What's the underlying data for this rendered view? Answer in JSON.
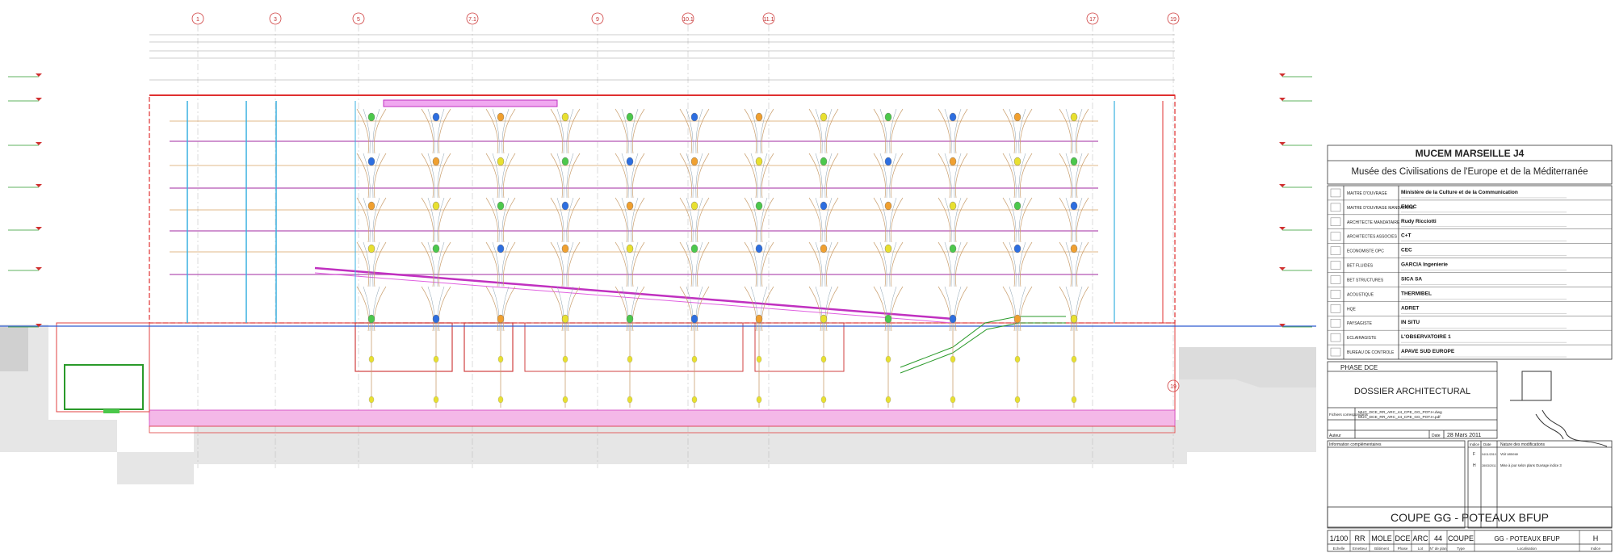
{
  "grid_axes": [
    "1",
    "3",
    "5",
    "7.1",
    "9",
    "10.1",
    "11.1",
    "17",
    "19"
  ],
  "title_block": {
    "project": "MUCEM MARSEILLE J4",
    "subtitle": "Musée des Civilisations de l'Europe et de la Méditerranée",
    "stakeholders": [
      {
        "role": "MAITRE D'OUVRAGE",
        "name": "Ministère de la Culture et de la Communication"
      },
      {
        "role": "MAITRE D'OUVRAGE MANDATAIRE",
        "name": "EMOC"
      },
      {
        "role": "ARCHITECTE MANDATAIRE",
        "name": "Rudy Ricciotti"
      },
      {
        "role": "ARCHITECTES ASSOCIES",
        "name": "C+T"
      },
      {
        "role": "ECONOMISTE OPC",
        "name": "CEC"
      },
      {
        "role": "BET FLUIDES",
        "name": "GARCIA Ingenierie"
      },
      {
        "role": "BET STRUCTURES",
        "name": "SICA SA"
      },
      {
        "role": "ACOUSTIQUE",
        "name": "THERMIBEL"
      },
      {
        "role": "HQE",
        "name": "ADRET"
      },
      {
        "role": "PAYSAGISTE",
        "name": "IN SITU"
      },
      {
        "role": "ECLAIRAGISTE",
        "name": "L'OBSERVATOIRE 1"
      },
      {
        "role": "BUREAU DE CONTROLE",
        "name": "APAVE SUD EUROPE"
      }
    ],
    "phase_label": "PHASE DCE",
    "dossier": "DOSSIER ARCHITECTURAL",
    "fichiers_label": "Fichiers correspondants",
    "files": [
      "MUC_DCE_RR_ARC_44_CPE_GG_POT.H.dwg",
      "MUC_DCE_RR_ARC_44_CPE_GG_POT.H.pdf"
    ],
    "auteur_label": "Auteur",
    "date_label": "Date",
    "date": "28 Mars 2011",
    "info_label": "Information complémentaires",
    "indice_label": "Indice",
    "date_col_label": "Date",
    "modif_label": "Nature des modifications",
    "revisions": [
      {
        "indice": "F",
        "date": "04/11/2010",
        "nature": "Voir annexe"
      },
      {
        "indice": "H",
        "date": "28/03/2011",
        "nature": "Mise à jour selon plans Ouvrage indice 3"
      }
    ],
    "sheet_title": "COUPE GG - POTEAUX BFUP",
    "codes": [
      {
        "value": "1/100",
        "label": "Echelle"
      },
      {
        "value": "RR",
        "label": "Emetteur"
      },
      {
        "value": "MOLE",
        "label": "Bâtiment"
      },
      {
        "value": "DCE",
        "label": "Phase"
      },
      {
        "value": "ARC",
        "label": "Lot"
      },
      {
        "value": "44",
        "label": "N° de plan"
      },
      {
        "value": "COUPE",
        "label": "Type"
      },
      {
        "value": "GG - POTEAUX BFUP",
        "label": "Localisation"
      },
      {
        "value": "H",
        "label": "Indice"
      }
    ]
  }
}
